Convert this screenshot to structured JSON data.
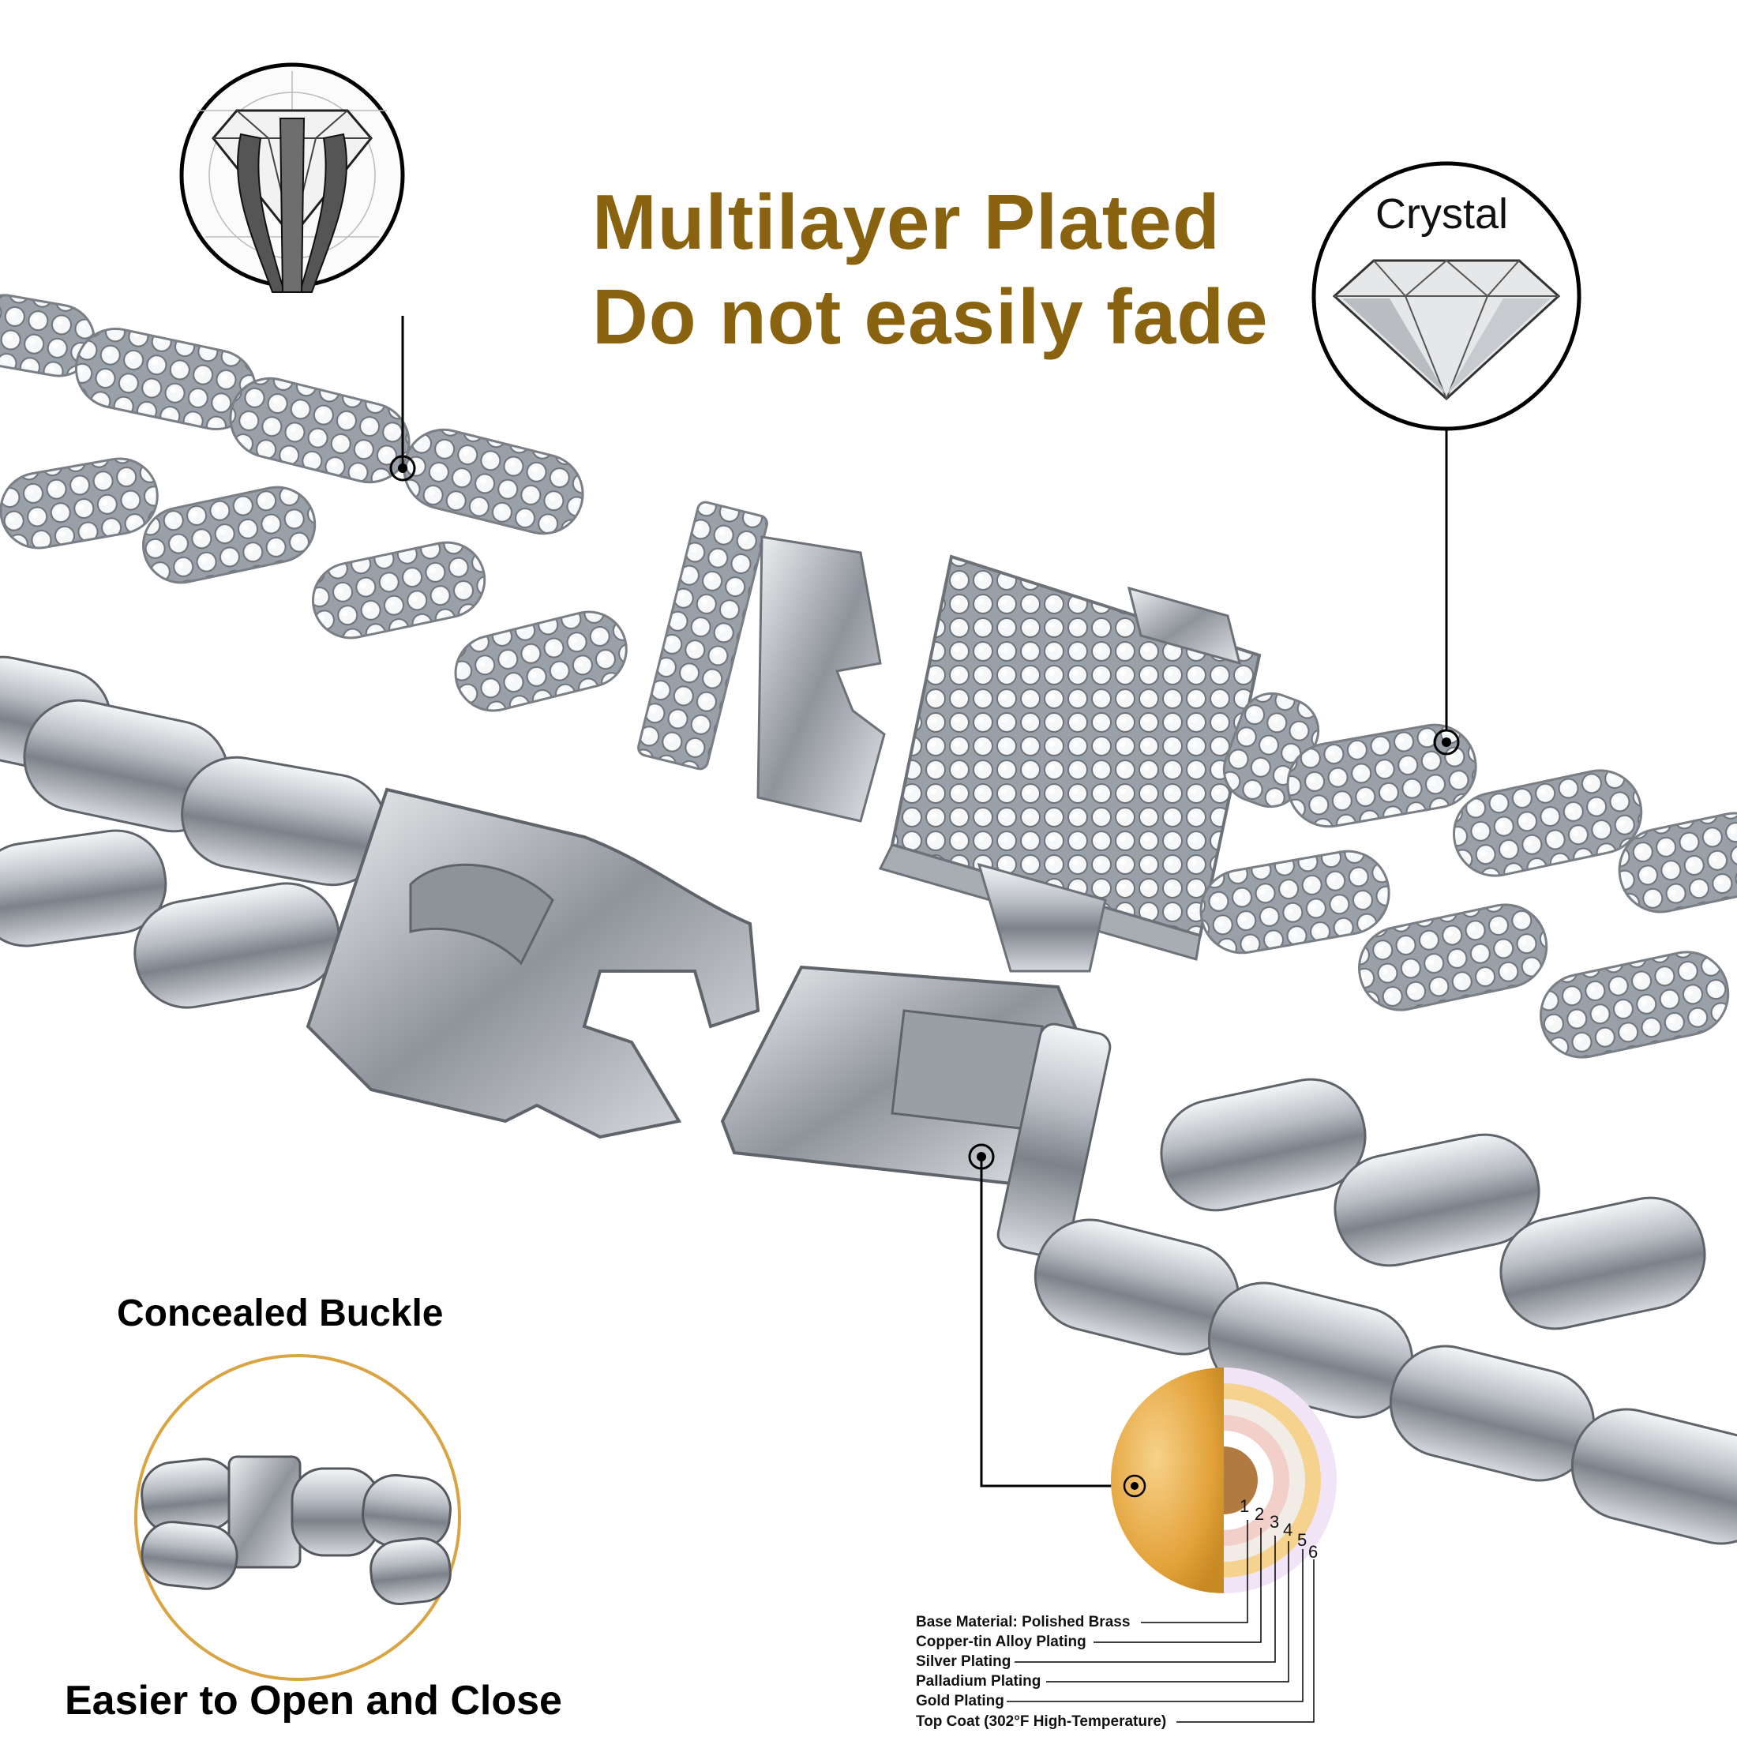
{
  "headline": {
    "line1": "Multilayer Plated",
    "line2": "Do not easily fade"
  },
  "callouts": {
    "crystal": "Crystal",
    "concealed_buckle": "Concealed Buckle",
    "easy_open": "Easier to Open and Close"
  },
  "layer_numbers": [
    "1",
    "2",
    "3",
    "4",
    "5",
    "6"
  ],
  "plating_layers": [
    "Base Material: Polished Brass",
    "Copper-tin Alloy Plating",
    "Silver Plating",
    "Palladium Plating",
    "Gold Plating",
    "Top Coat (302°F High-Temperature)"
  ],
  "colors": {
    "headline": "#8a6310",
    "gold": "#e0a43c",
    "circle_outline_gold": "#d9a441",
    "chain_silver": "#c9ccd1"
  }
}
